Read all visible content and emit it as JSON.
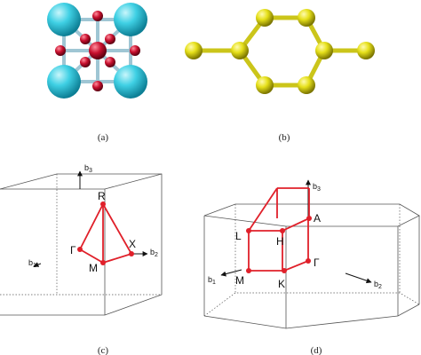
{
  "panels": {
    "a": {
      "caption": "(a)"
    },
    "b": {
      "caption": "(b)"
    },
    "c": {
      "caption": "(c)",
      "points": {
        "gamma": "Γ",
        "r": "R",
        "x": "X",
        "m": "M"
      },
      "axes": {
        "b1": "b",
        "b1_sub": "1",
        "b2": "b",
        "b2_sub": "2",
        "b3": "b",
        "b3_sub": "3"
      }
    },
    "d": {
      "caption": "(d)",
      "points": {
        "gamma": "Γ",
        "a": "A",
        "l": "L",
        "h": "H",
        "m": "M",
        "k": "K"
      },
      "axes": {
        "b1": "b",
        "b1_sub": "1",
        "b2": "b",
        "b2_sub": "2",
        "b3": "b",
        "b3_sub": "3"
      }
    }
  },
  "colors": {
    "cyan_atom": "#29c6dc",
    "red_atom": "#c8102e",
    "yellow_atom": "#e6e01a",
    "path_red": "#e0202a",
    "frame_gray": "#555555"
  }
}
